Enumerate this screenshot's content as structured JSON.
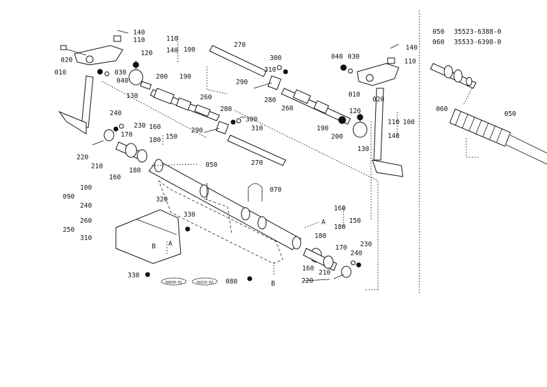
{
  "legend": {
    "rows": [
      {
        "ref": "050",
        "part": "35523-6388-0"
      },
      {
        "ref": "060",
        "part": "35533-6398-0"
      }
    ]
  },
  "callouts": {
    "c140a": "140",
    "c110a": "110",
    "c110b": "110",
    "c140b": "140",
    "c100a": "100",
    "c020a": "020",
    "c120a": "120",
    "c010a": "010",
    "c030a": "030",
    "c040a": "040",
    "c130a": "130",
    "c200a": "200",
    "c190a": "190",
    "c270a": "270",
    "c300a": "300",
    "c310a": "310",
    "c290a": "290",
    "c280a": "280",
    "c260a": "260",
    "c040b": "040",
    "c030b": "030",
    "c140c": "140",
    "c110c": "110",
    "c010b": "010",
    "c020b": "020",
    "c260b": "260",
    "c120b": "120",
    "c190b": "190",
    "c200b": "200",
    "c110d": "110",
    "c100b": "100",
    "c140d": "140",
    "c130b": "130",
    "c240a": "240",
    "c230a": "230",
    "c160a": "160",
    "c180a": "180",
    "c150a": "150",
    "c170a": "170",
    "c220a": "220",
    "c210a": "210",
    "c160b": "160",
    "c180b": "180",
    "c280b": "280",
    "c300b": "300",
    "c310b": "310",
    "c290b": "290",
    "c270b": "270",
    "c050a": "050",
    "c070a": "070",
    "c100c": "100",
    "c090a": "090",
    "c240b": "240",
    "c260c": "260",
    "c250a": "250",
    "c310c": "310",
    "c320a": "320",
    "c330a": "330",
    "cA1": "A",
    "cB1": "B",
    "cA2": "A",
    "c160c": "160",
    "c180c": "180",
    "c150b": "150",
    "c180d": "180",
    "c230b": "230",
    "c170b": "170",
    "c240c": "240",
    "c160d": "160",
    "c210b": "210",
    "c220b": "220",
    "c080a": "080",
    "cB2": "B",
    "c330b": "330",
    "c060a": "060",
    "c050b": "050"
  },
  "stamps": {
    "left": "60030-01",
    "right": "60210-02"
  }
}
